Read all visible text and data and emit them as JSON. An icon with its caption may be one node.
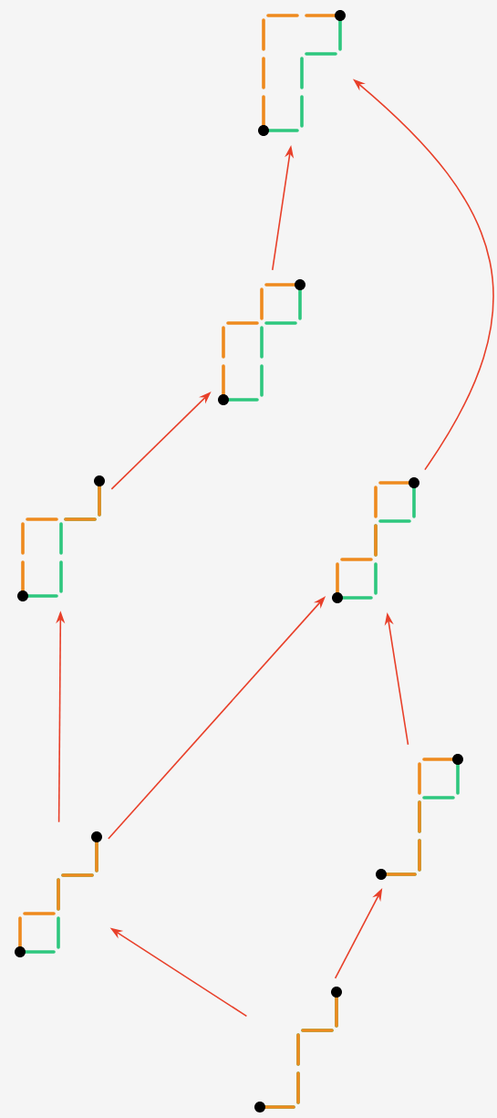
{
  "diagram": {
    "nodes": [
      {
        "text": [],
        "shape": "path"
      },
      {
        "text": [],
        "shape": "path"
      },
      {
        "text": [],
        "shape": "path"
      },
      {
        "text": [],
        "shape": "path"
      },
      {
        "text": [],
        "shape": "path"
      },
      {
        "text": [],
        "shape": "path"
      },
      {
        "text": [],
        "shape": "path"
      }
    ],
    "edges": [
      {
        "from": 6,
        "to": 4,
        "arrow": "to"
      },
      {
        "from": 6,
        "to": 5,
        "arrow": "to"
      },
      {
        "from": 4,
        "to": 2,
        "arrow": "to"
      },
      {
        "from": 4,
        "to": 3,
        "arrow": "to"
      },
      {
        "from": 5,
        "to": 3,
        "arrow": "to"
      },
      {
        "from": 2,
        "to": 1,
        "arrow": "to"
      },
      {
        "from": 1,
        "to": 0,
        "arrow": "to"
      },
      {
        "from": 3,
        "to": 0,
        "arrow": "to"
      }
    ]
  }
}
